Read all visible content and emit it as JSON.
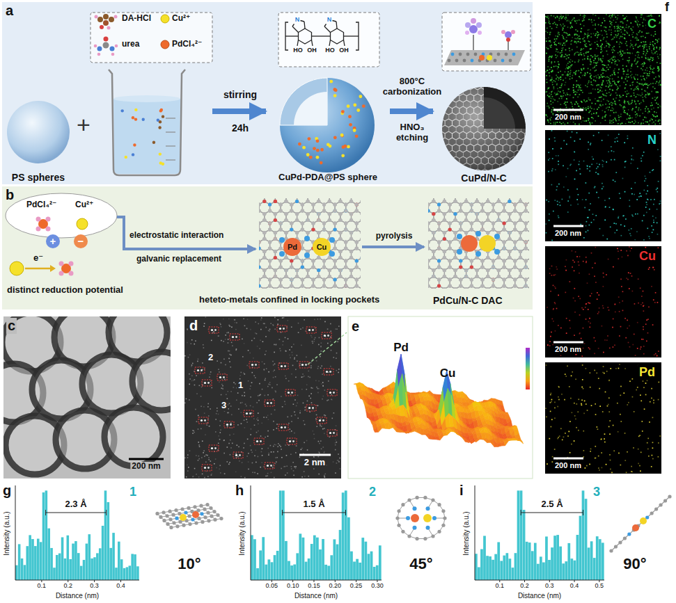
{
  "diagram": {
    "nodes": [
      {
        "text": [
          "a"
        ]
      },
      {
        "text": [
          "PS spheres"
        ],
        "in": 0
      },
      {
        "text": [
          "DA-HCl",
          "Cu²⁺",
          "urea",
          "PdCl₄²⁻"
        ],
        "in": 0
      },
      {
        "text": [
          "CuPd-PDA@PS sphere"
        ],
        "in": 0
      },
      {
        "text": [
          "CuPd/N-C"
        ],
        "in": 0
      },
      {
        "text": [
          "b"
        ]
      },
      {
        "text": [
          "PdCl₄²⁻",
          "Cu²⁺"
        ],
        "in": 5
      },
      {
        "text": [
          "Pd",
          "Cu"
        ],
        "in": 5
      },
      {
        "text": [
          "PdCu/N-C DAC"
        ],
        "in": 5
      }
    ],
    "edges": [
      {
        "from": 2,
        "to": 3,
        "arrow": "to",
        "label": "stirring"
      },
      {
        "from": 3,
        "to": 4,
        "arrow": "to",
        "label": "800°C carbonization"
      },
      {
        "from": 6,
        "to": 7,
        "arrow": "to",
        "label": "electrostatic interaction"
      },
      {
        "from": 7,
        "to": 8,
        "arrow": "to",
        "label": "pyrolysis"
      }
    ],
    "labels": [
      "HO",
      "OH",
      "HO",
      "OH",
      "N",
      "N",
      "+",
      "24h",
      "HNO₃ etching",
      "+",
      "−",
      "e⁻",
      "distinct reduction potential",
      "galvanic replacement",
      "heteto-metals confined in locking pockets",
      "c",
      "200 nm",
      "d",
      "2",
      "1",
      "3",
      "2 nm",
      "e",
      "Pd",
      "Cu",
      "f",
      "C",
      "200 nm",
      "N",
      "200 nm",
      "Cu",
      "200 nm",
      "Pd",
      "200 nm",
      "g",
      "2.3 Å",
      "1",
      "Intensity (a.u.)",
      "Distance (nm)",
      "0.1",
      "0.2",
      "0.3",
      "0.4",
      "10°",
      "h",
      "1.5 Å",
      "2",
      "Intensity (a.u.)",
      "Distance (nm)",
      "0.05",
      "0.10",
      "0.15",
      "0.20",
      "0.25",
      "0.30",
      "45°",
      "i",
      "2.5 Å",
      "3",
      "Intensity (a.u.)",
      "Distance (nm)",
      "0.1",
      "0.2",
      "0.3",
      "0.4",
      "0.5",
      "90°"
    ]
  }
}
